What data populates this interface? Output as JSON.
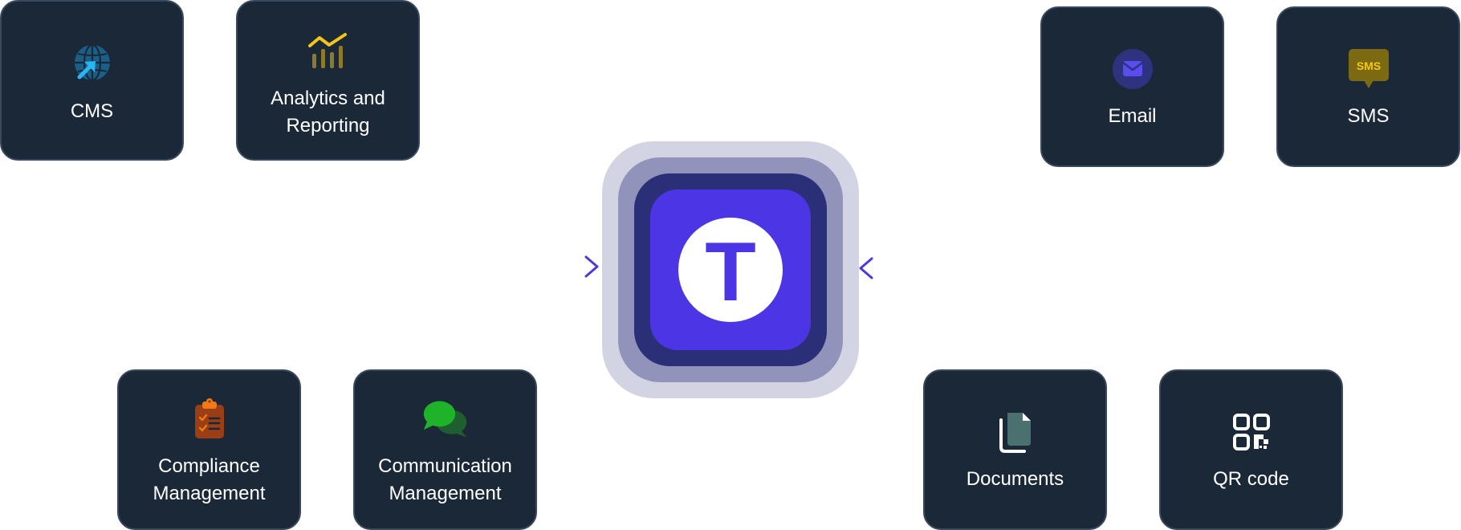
{
  "hub": {
    "letter": "T",
    "color": "#4b35e4"
  },
  "nodes": [
    {
      "id": "cms",
      "label": "CMS",
      "icon": "globe-cursor-icon"
    },
    {
      "id": "analytics",
      "label": "Analytics and\nReporting",
      "icon": "chart-trend-icon"
    },
    {
      "id": "compliance",
      "label": "Compliance\nManagement",
      "icon": "clipboard-checklist-icon"
    },
    {
      "id": "communication",
      "label": "Communication\nManagement",
      "icon": "chat-bubbles-icon"
    },
    {
      "id": "email",
      "label": "Email",
      "icon": "envelope-icon"
    },
    {
      "id": "sms",
      "label": "SMS",
      "icon": "sms-bubble-icon",
      "badge": "SMS"
    },
    {
      "id": "documents",
      "label": "Documents",
      "icon": "documents-icon"
    },
    {
      "id": "qr",
      "label": "QR code",
      "icon": "qr-code-icon"
    }
  ],
  "colors": {
    "card_bg": "#1b2838",
    "connector_start": "#c8956a",
    "connector_end": "#4a3be0"
  }
}
